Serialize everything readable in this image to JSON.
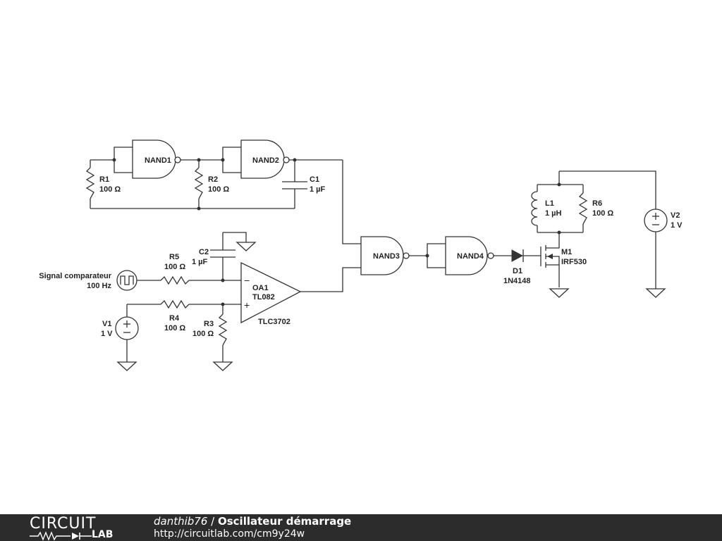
{
  "components": {
    "nand1": {
      "name": "NAND1"
    },
    "nand2": {
      "name": "NAND2"
    },
    "nand3": {
      "name": "NAND3"
    },
    "nand4": {
      "name": "NAND4"
    },
    "r1": {
      "name": "R1",
      "value": "100 Ω"
    },
    "r2": {
      "name": "R2",
      "value": "100 Ω"
    },
    "c1": {
      "name": "C1",
      "value": "1 µF"
    },
    "r5": {
      "name": "R5",
      "value": "100 Ω"
    },
    "c2": {
      "name": "C2",
      "value": "1 µF"
    },
    "r4": {
      "name": "R4",
      "value": "100 Ω"
    },
    "r3": {
      "name": "R3",
      "value": "100 Ω"
    },
    "oa1": {
      "name": "OA1",
      "model": "TL082",
      "sub": "TLC3702"
    },
    "signal": {
      "name": "Signal comparateur",
      "value": "100 Hz"
    },
    "v1": {
      "name": "V1",
      "value": "1 V"
    },
    "v2": {
      "name": "V2",
      "value": "1 V"
    },
    "d1": {
      "name": "D1",
      "model": "1N4148"
    },
    "m1": {
      "name": "M1",
      "model": "IRF530"
    },
    "l1": {
      "name": "L1",
      "value": "1 µH"
    },
    "r6": {
      "name": "R6",
      "value": "100 Ω"
    }
  },
  "symbols": {
    "minus": "−",
    "plus": "+"
  },
  "footer": {
    "logo_text": "CIRCUIT",
    "logo_sub": "LAB",
    "author": "danthib76",
    "separator": " / ",
    "title": "Oscillateur démarrage",
    "url": "http://circuitlab.com/cm9y24w"
  }
}
